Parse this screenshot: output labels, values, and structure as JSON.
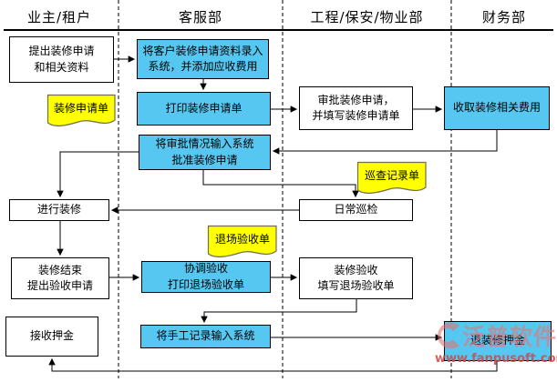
{
  "diagram": {
    "lanes": [
      {
        "label": "业主/租户"
      },
      {
        "label": "客服部"
      },
      {
        "label": "工程/保安/物业部"
      },
      {
        "label": "财务部"
      }
    ],
    "nodes": {
      "submit_application": {
        "label": "提出装修申请\n和相关资料",
        "lane": 0,
        "type": "manual"
      },
      "enter_info": {
        "label": "将客户装修申请资料录入\n系统，并添加应收费用",
        "lane": 1,
        "type": "system"
      },
      "print_application": {
        "label": "打印装修申请单",
        "lane": 1,
        "type": "system"
      },
      "approve_application": {
        "label": "审批装修申请，\n并填写装修申请单",
        "lane": 2,
        "type": "manual"
      },
      "collect_fees": {
        "label": "收取装修相关费用",
        "lane": 3,
        "type": "system"
      },
      "enter_approval": {
        "label": "将审批情况输入系统\n批准装修申请",
        "lane": 1,
        "type": "system"
      },
      "do_decoration": {
        "label": "进行装修",
        "lane": 0,
        "type": "manual"
      },
      "daily_inspection": {
        "label": "日常巡检",
        "lane": 2,
        "type": "manual"
      },
      "finish_decoration": {
        "label": "装修结束\n提出验收申请",
        "lane": 0,
        "type": "manual"
      },
      "coordinate_acceptance": {
        "label": "协调验收\n打印退场验收单",
        "lane": 1,
        "type": "system"
      },
      "acceptance_check": {
        "label": "装修验收\n填写退场验收单",
        "lane": 2,
        "type": "manual"
      },
      "receive_deposit": {
        "label": "接收押金",
        "lane": 0,
        "type": "manual"
      },
      "enter_manual_records": {
        "label": "将手工记录输入系统",
        "lane": 1,
        "type": "system"
      },
      "refund_deposit": {
        "label": "退装修押金",
        "lane": 3,
        "type": "system"
      }
    },
    "notes": {
      "application_form": {
        "label": "装修申请单"
      },
      "inspection_record": {
        "label": "巡查记录单"
      },
      "exit_acceptance_form": {
        "label": "退场验收单"
      }
    },
    "edges": [
      {
        "from": "submit_application",
        "to": "enter_info"
      },
      {
        "from": "enter_info",
        "to": "print_application"
      },
      {
        "from": "print_application",
        "to": "approve_application"
      },
      {
        "from": "approve_application",
        "to": "collect_fees"
      },
      {
        "from": "collect_fees",
        "to": "enter_approval"
      },
      {
        "from": "enter_approval",
        "to": "do_decoration"
      },
      {
        "from": "enter_approval",
        "to": "daily_inspection"
      },
      {
        "from": "daily_inspection",
        "to": "do_decoration"
      },
      {
        "from": "do_decoration",
        "to": "finish_decoration"
      },
      {
        "from": "finish_decoration",
        "to": "coordinate_acceptance"
      },
      {
        "from": "coordinate_acceptance",
        "to": "acceptance_check"
      },
      {
        "from": "acceptance_check",
        "to": "enter_manual_records"
      },
      {
        "from": "enter_manual_records",
        "to": "refund_deposit"
      },
      {
        "from": "refund_deposit",
        "to": "receive_deposit"
      }
    ],
    "colors": {
      "system_step_fill": "#56C7F0",
      "manual_step_fill": "#FFFFFF",
      "note_fill": "#FFFF00",
      "line": "#000000"
    }
  },
  "watermark": {
    "brand": "泛普软件",
    "url": "www.fanpusoft.com",
    "color": "#E27878"
  }
}
